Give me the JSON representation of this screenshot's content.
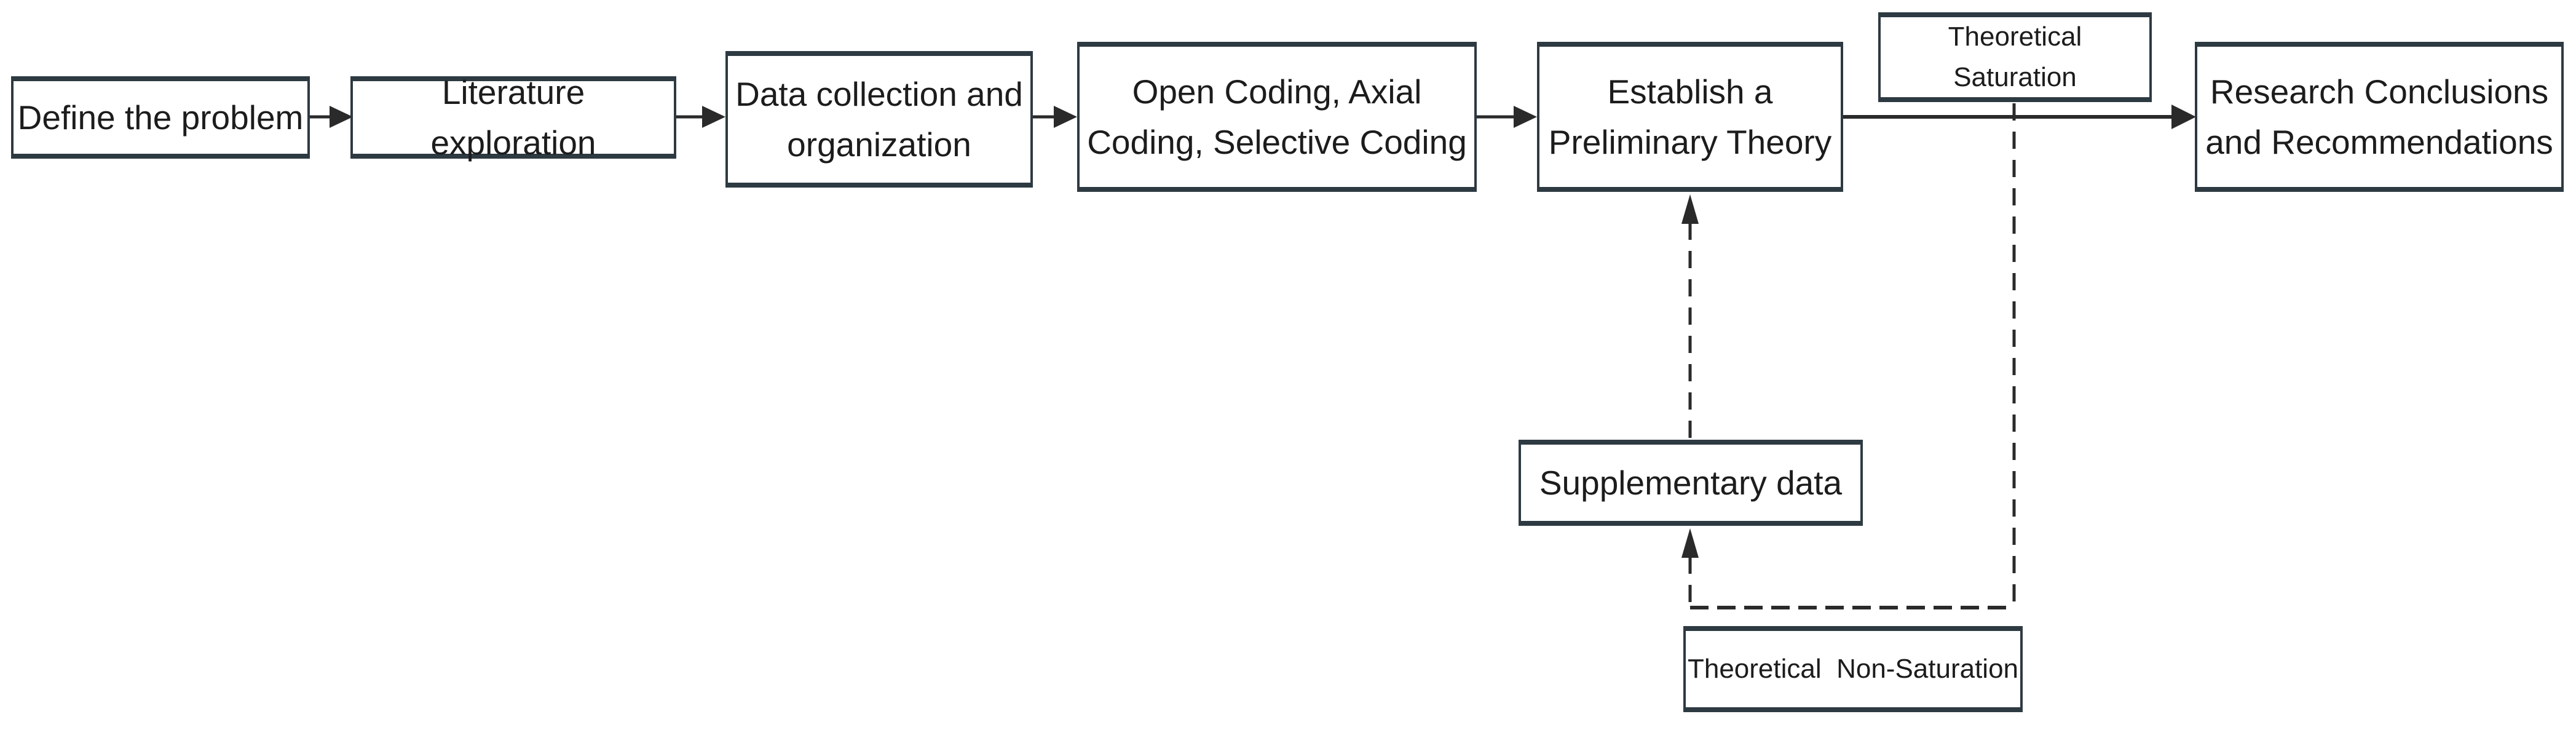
{
  "diagram": {
    "type": "flowchart",
    "colors": {
      "background": "#ffffff",
      "box_border": "#2e3a42",
      "box_fill": "#ffffff",
      "connector": "#2a2a2a",
      "text": "#1c1c1c"
    },
    "nodes": {
      "define_problem": {
        "label": "Define the problem"
      },
      "literature_exploration": {
        "label": "Literature exploration"
      },
      "data_collection": {
        "label": "Data collection and organization"
      },
      "coding": {
        "label": "Open Coding, Axial Coding, Selective Coding"
      },
      "establish_theory": {
        "label": "Establish a Preliminary Theory"
      },
      "theoretical_saturation": {
        "label": "Theoretical Saturation"
      },
      "research_conclusions": {
        "label": "Research Conclusions and Recommendations"
      },
      "supplementary_data": {
        "label": "Supplementary data"
      },
      "theoretical_non_saturation": {
        "label": "Theoretical  Non-Saturation"
      }
    },
    "edges": [
      {
        "from": "define_problem",
        "to": "literature_exploration",
        "style": "solid-arrow"
      },
      {
        "from": "literature_exploration",
        "to": "data_collection",
        "style": "solid-arrow"
      },
      {
        "from": "data_collection",
        "to": "coding",
        "style": "solid-arrow"
      },
      {
        "from": "coding",
        "to": "establish_theory",
        "style": "solid-arrow"
      },
      {
        "from": "establish_theory",
        "to": "research_conclusions",
        "style": "solid-arrow",
        "label_node": "theoretical_saturation"
      },
      {
        "from": "supplementary_data",
        "to": "establish_theory",
        "style": "dashed-arrow"
      },
      {
        "from": "research_conclusions_path",
        "to": "supplementary_data",
        "style": "dashed-arrow",
        "label_node": "theoretical_non_saturation"
      }
    ]
  }
}
